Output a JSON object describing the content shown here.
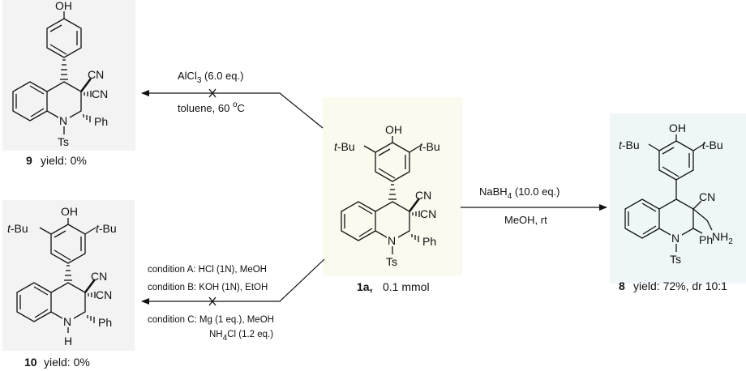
{
  "compounds": {
    "c9": {
      "label": "9",
      "caption": "yield: 0%"
    },
    "c10": {
      "label": "10",
      "caption": "yield: 0%"
    },
    "c1a": {
      "label": "1a,",
      "caption": "0.1 mmol"
    },
    "c8": {
      "label": "8",
      "caption": "yield: 72%, dr 10:1"
    }
  },
  "atoms": {
    "oh": "OH",
    "tbu_t": "t",
    "tbu_rest": "-Bu",
    "cn": "CN",
    "n": "N",
    "ts": "Ts",
    "ph": "Ph",
    "h": "H",
    "nh": "NH",
    "two": "2"
  },
  "reactions": {
    "r9": {
      "top_main": "AlCl",
      "top_sub": "3",
      "top_rest": " (6.0 eq.)",
      "bottom_main": "toluene, 60 ",
      "bottom_sup": "o",
      "bottom_rest": "C"
    },
    "r8": {
      "top_main": "NaBH",
      "top_sub": "4",
      "top_rest": " (10.0 eq.)",
      "bottom": "MeOH, rt"
    },
    "r10": {
      "cond_a": "condition A: HCl (1N), MeOH",
      "cond_b": "condition B: KOH (1N), EtOH",
      "cond_c": "condition C: Mg (1 eq.), MeOH",
      "cond_c2_main": "NH",
      "cond_c2_sub": "4",
      "cond_c2_rest": "Cl (1.2 eq.)"
    }
  },
  "colors": {
    "panel_9": "#f3f3f3",
    "panel_10": "#f3f3f3",
    "panel_1a": "#fbfaee",
    "panel_8": "#eef6f8",
    "ink": "#111111"
  }
}
